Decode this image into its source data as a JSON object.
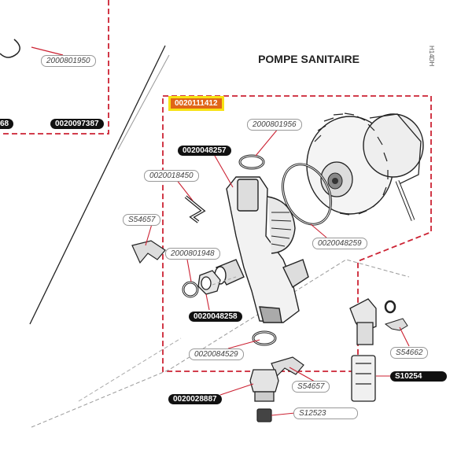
{
  "diagram": {
    "title": "POMPE SANITAIRE",
    "side_ref": "H14DH",
    "labels": {
      "top_ref": "2000801950",
      "left_cut": "68",
      "left_ref": "0020097387",
      "group": "0020111412",
      "oring_top": "2000801956",
      "body": "0020048257",
      "clip1": "0020018450",
      "clip2": "S54657",
      "oring_small": "2000801948",
      "fitting": "0020048258",
      "gasket_big": "0020048259",
      "oring_bottom": "0020084529",
      "clip3": "S54662",
      "sleeve": "S10254",
      "clip4": "S54657",
      "nut": "0020028887",
      "filter": "S12523"
    }
  }
}
